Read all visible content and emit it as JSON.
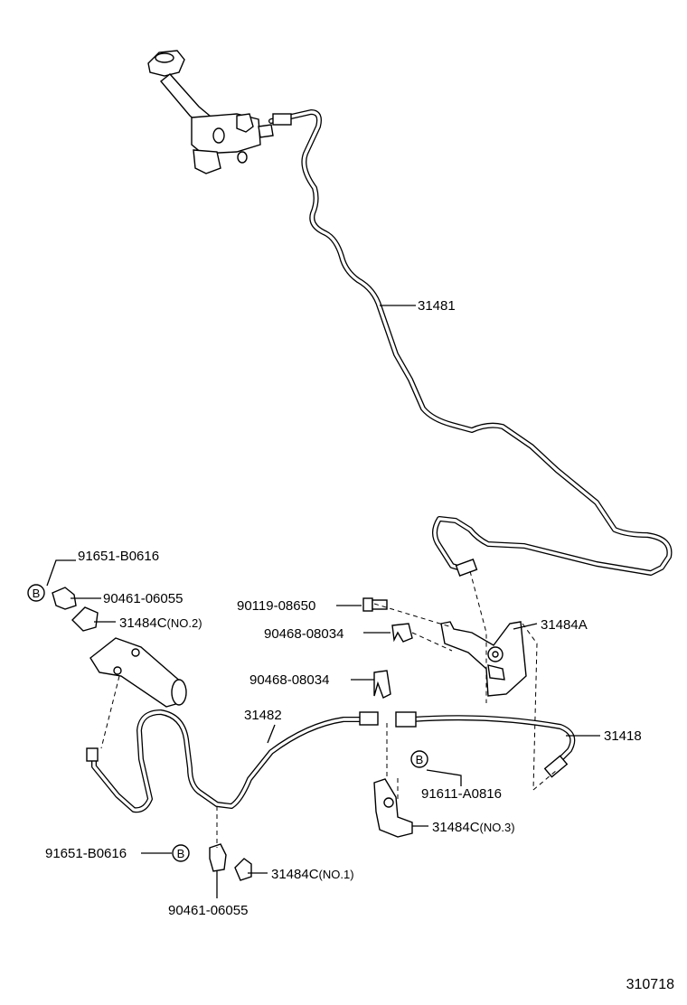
{
  "diagram_code": "310718",
  "badge_letter": "B",
  "labels": {
    "p31481": "31481",
    "p91651_top": "91651-B0616",
    "p90461_top": "90461-06055",
    "p31484c_no2_num": "31484C",
    "p31484c_no2_tag": "(NO.2)",
    "p90119": "90119-08650",
    "p90468_a": "90468-08034",
    "p31484a": "31484A",
    "p90468_b": "90468-08034",
    "p31482": "31482",
    "p31418": "31418",
    "p91611": "91611-A0816",
    "p31484c_no3_num": "31484C",
    "p31484c_no3_tag": "(NO.3)",
    "p91651_bottom": "91651-B0616",
    "p31484c_no1_num": "31484C",
    "p31484c_no1_tag": "(NO.1)",
    "p90461_bottom": "90461-06055"
  }
}
